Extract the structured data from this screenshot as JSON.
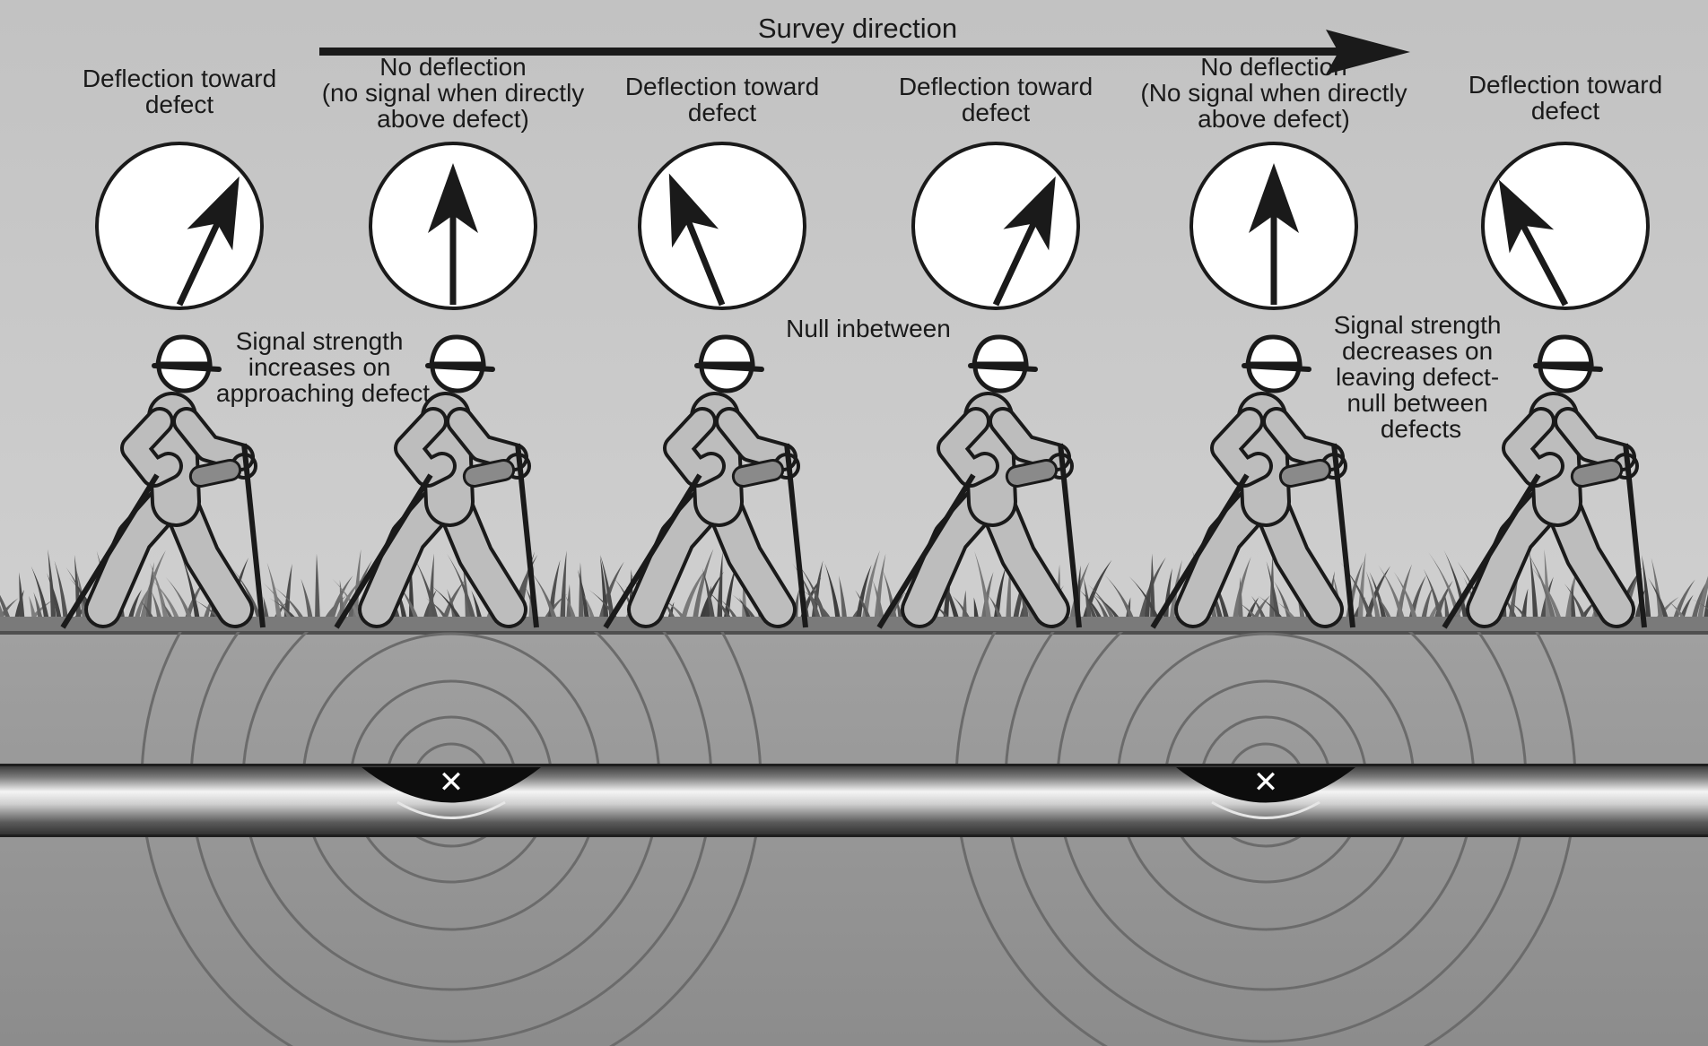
{
  "title": "Survey direction",
  "meters": [
    {
      "label": [
        "Deflection toward",
        "defect"
      ],
      "deflection_deg": 25
    },
    {
      "label": [
        "No deflection",
        "(no signal when directly",
        "above defect)"
      ],
      "deflection_deg": 0
    },
    {
      "label": [
        "Deflection toward",
        "defect"
      ],
      "deflection_deg": -22
    },
    {
      "label": [
        "Deflection toward",
        "defect"
      ],
      "deflection_deg": 25
    },
    {
      "label": [
        "No deflection",
        "(No signal when directly",
        "above defect)"
      ],
      "deflection_deg": 0
    },
    {
      "label": [
        "Deflection toward",
        "defect"
      ],
      "deflection_deg": -28
    }
  ],
  "annotations": [
    {
      "lines": [
        "Signal strength",
        "increases on",
        "approaching defect"
      ]
    },
    {
      "lines": [
        "Null inbetween"
      ]
    },
    {
      "lines": [
        "Signal strength",
        "decreases on",
        "leaving defect-",
        "null between",
        "defects"
      ]
    }
  ],
  "defects": [
    {
      "marker": "✕"
    },
    {
      "marker": "✕"
    }
  ],
  "surveyors": 6,
  "colors": {
    "sky": "#c9c9c9",
    "soil": "#939393",
    "ground_line": "#555555",
    "figure_fill": "#bdbdbd",
    "figure_stroke": "#1a1a1a",
    "ink": "#1a1a1a",
    "dial": "#ffffff",
    "pipe_dark": "#3a3a3a",
    "pipe_light": "#f2f2f2",
    "rings": "#6b6b6b"
  }
}
